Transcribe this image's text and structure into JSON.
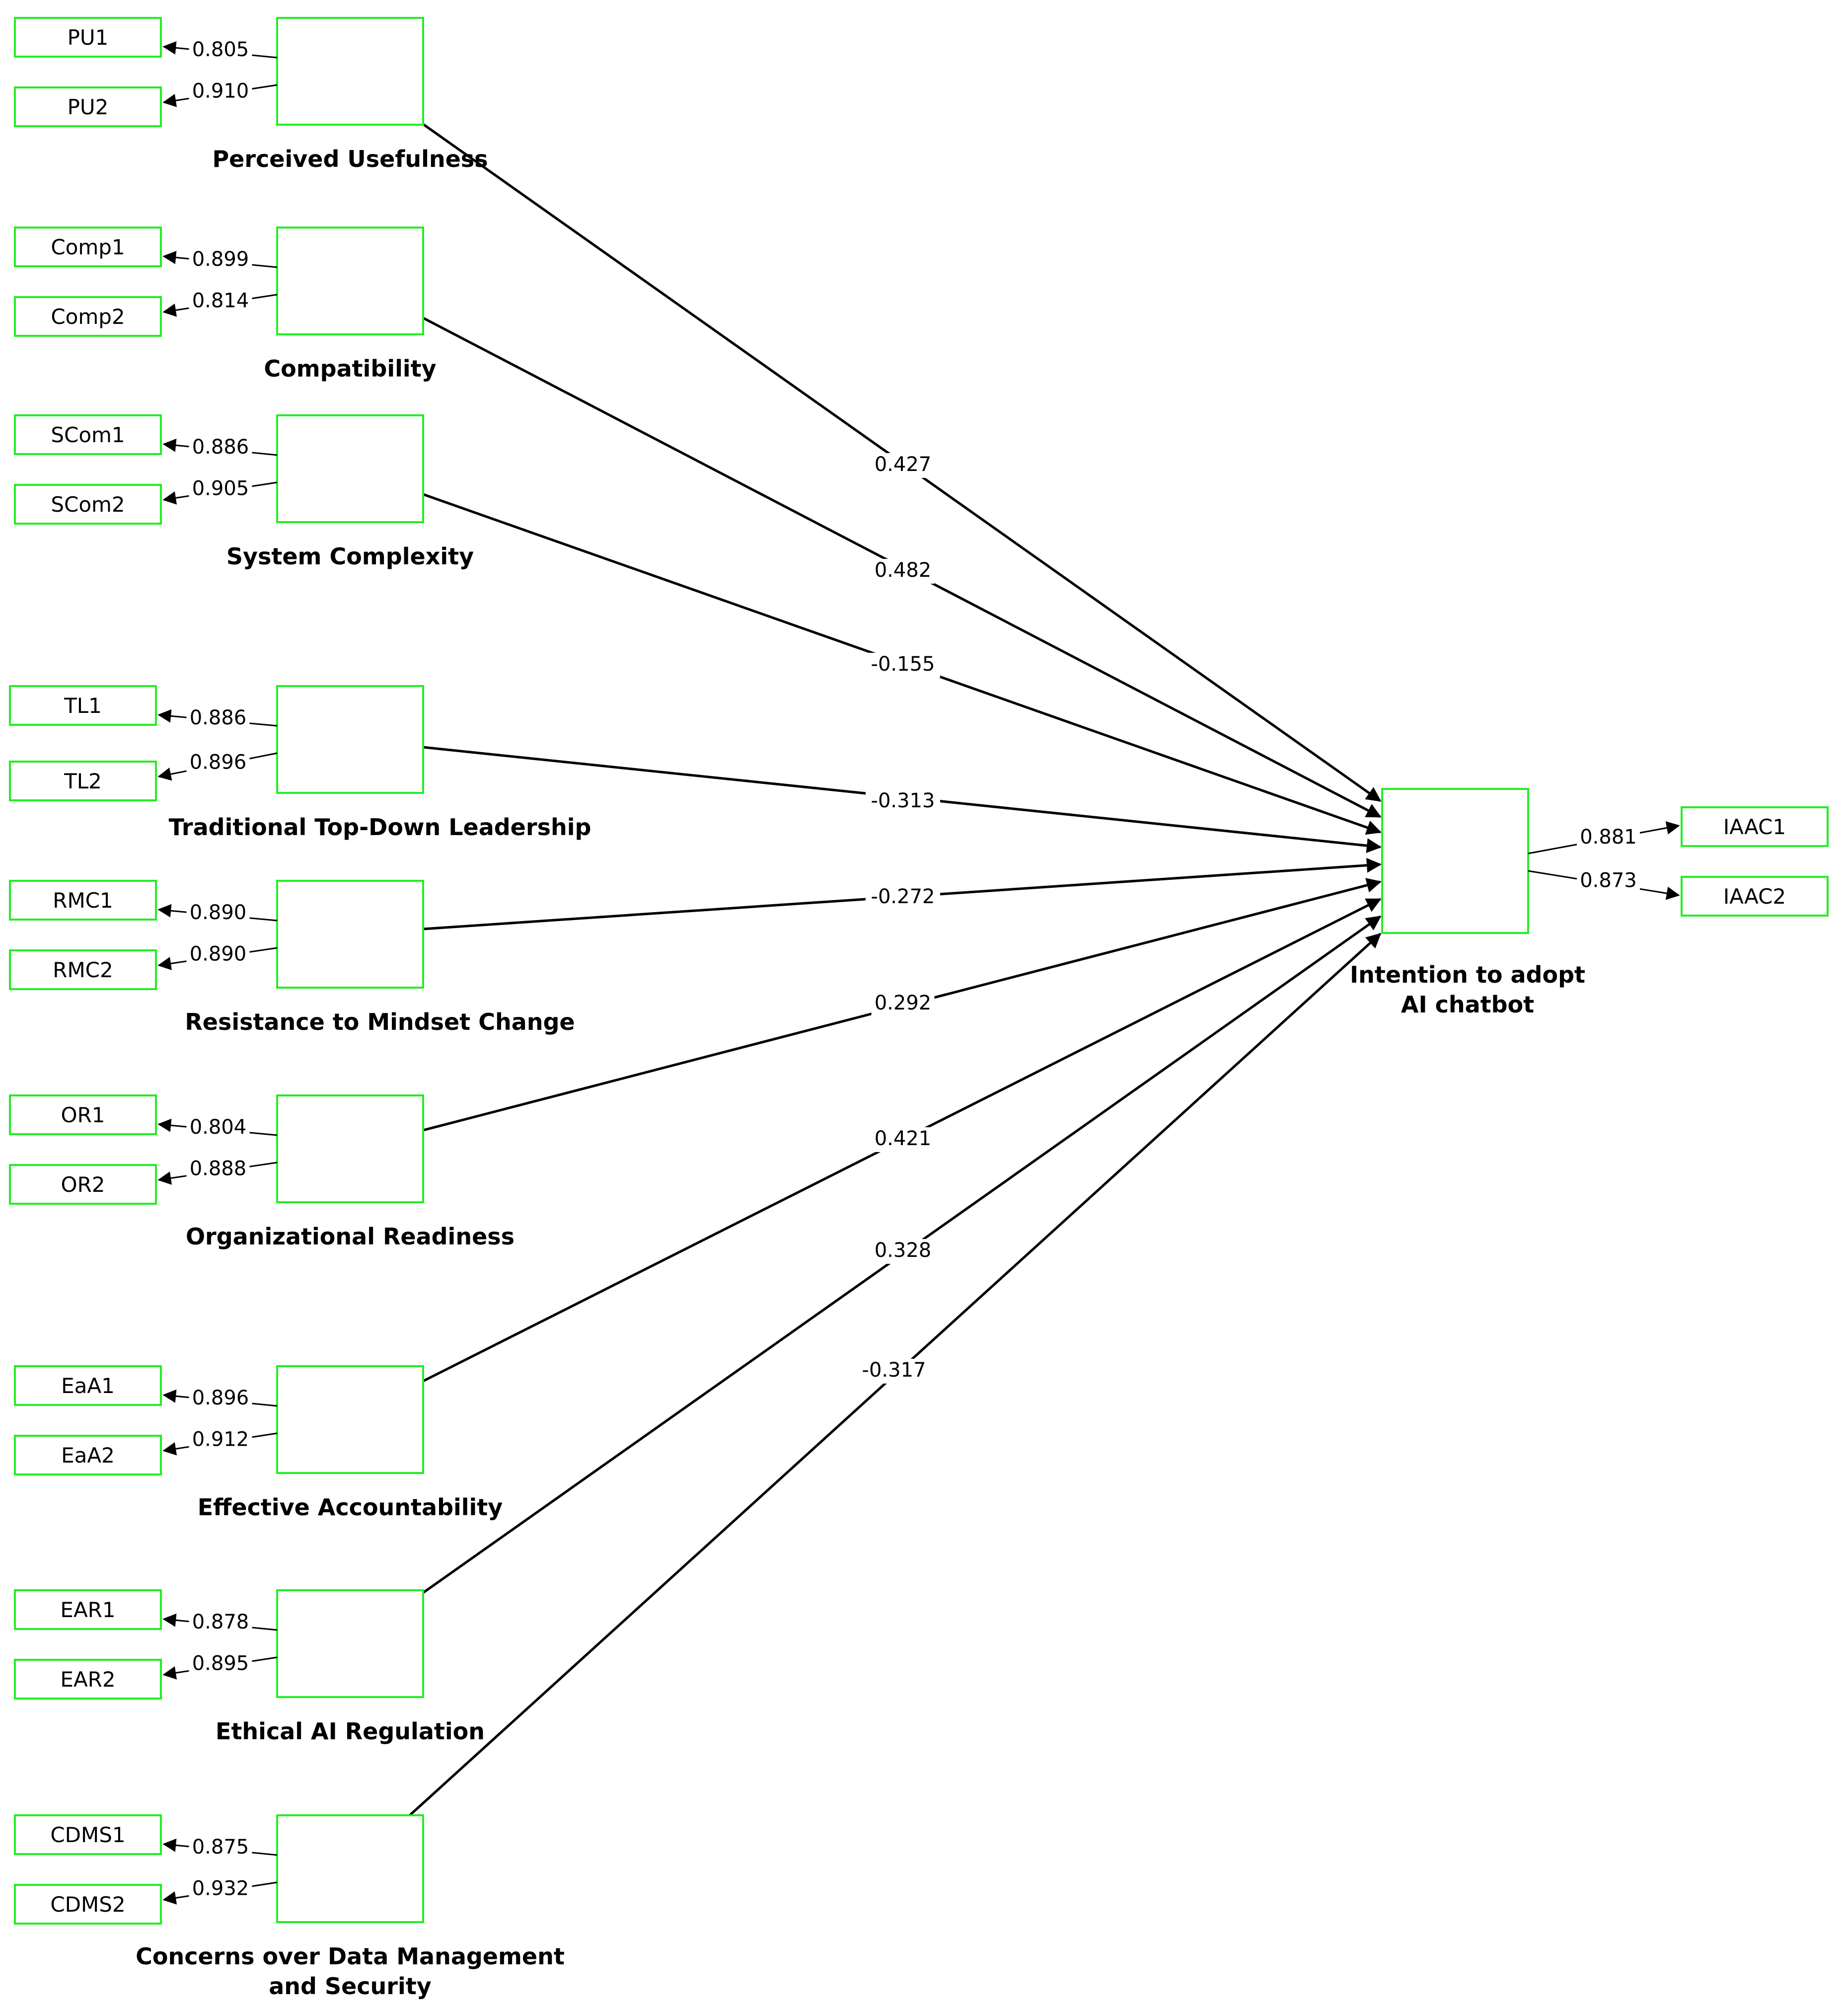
{
  "constructs": [
    {
      "id": "pu",
      "label": [
        "Perceived Usefulness"
      ],
      "indicators": [
        {
          "name": "PU1",
          "loading": "0.805"
        },
        {
          "name": "PU2",
          "loading": "0.910"
        }
      ],
      "path": "0.427"
    },
    {
      "id": "comp",
      "label": [
        "Compatibility"
      ],
      "indicators": [
        {
          "name": "Comp1",
          "loading": "0.899"
        },
        {
          "name": "Comp2",
          "loading": "0.814"
        }
      ],
      "path": "0.482"
    },
    {
      "id": "scom",
      "label": [
        "System Complexity"
      ],
      "indicators": [
        {
          "name": "SCom1",
          "loading": "0.886"
        },
        {
          "name": "SCom2",
          "loading": "0.905"
        }
      ],
      "path": "-0.155"
    },
    {
      "id": "tl",
      "label": [
        "Traditional Top-Down Leadership"
      ],
      "indicators": [
        {
          "name": "TL1",
          "loading": "0.886"
        },
        {
          "name": "TL2",
          "loading": "0.896"
        }
      ],
      "path": "-0.313"
    },
    {
      "id": "rmc",
      "label": [
        "Resistance to Mindset Change"
      ],
      "indicators": [
        {
          "name": "RMC1",
          "loading": "0.890"
        },
        {
          "name": "RMC2",
          "loading": "0.890"
        }
      ],
      "path": "-0.272"
    },
    {
      "id": "or",
      "label": [
        "Organizational Readiness"
      ],
      "indicators": [
        {
          "name": "OR1",
          "loading": "0.804"
        },
        {
          "name": "OR2",
          "loading": "0.888"
        }
      ],
      "path": "0.292"
    },
    {
      "id": "eaa",
      "label": [
        "Effective Accountability"
      ],
      "indicators": [
        {
          "name": "EaA1",
          "loading": "0.896"
        },
        {
          "name": "EaA2",
          "loading": "0.912"
        }
      ],
      "path": "0.421"
    },
    {
      "id": "ear",
      "label": [
        "Ethical AI Regulation"
      ],
      "indicators": [
        {
          "name": "EAR1",
          "loading": "0.878"
        },
        {
          "name": "EAR2",
          "loading": "0.895"
        }
      ],
      "path": "0.328"
    },
    {
      "id": "cdms",
      "label": [
        "Concerns over Data Management",
        "and Security"
      ],
      "indicators": [
        {
          "name": "CDMS1",
          "loading": "0.875"
        },
        {
          "name": "CDMS2",
          "loading": "0.932"
        }
      ],
      "path": "-0.317"
    }
  ],
  "target": {
    "id": "iaac",
    "label": [
      "Intention to adopt",
      "AI chatbot"
    ],
    "indicators": [
      {
        "name": "IAAC1",
        "loading": "0.881"
      },
      {
        "name": "IAAC2",
        "loading": "0.873"
      }
    ]
  }
}
